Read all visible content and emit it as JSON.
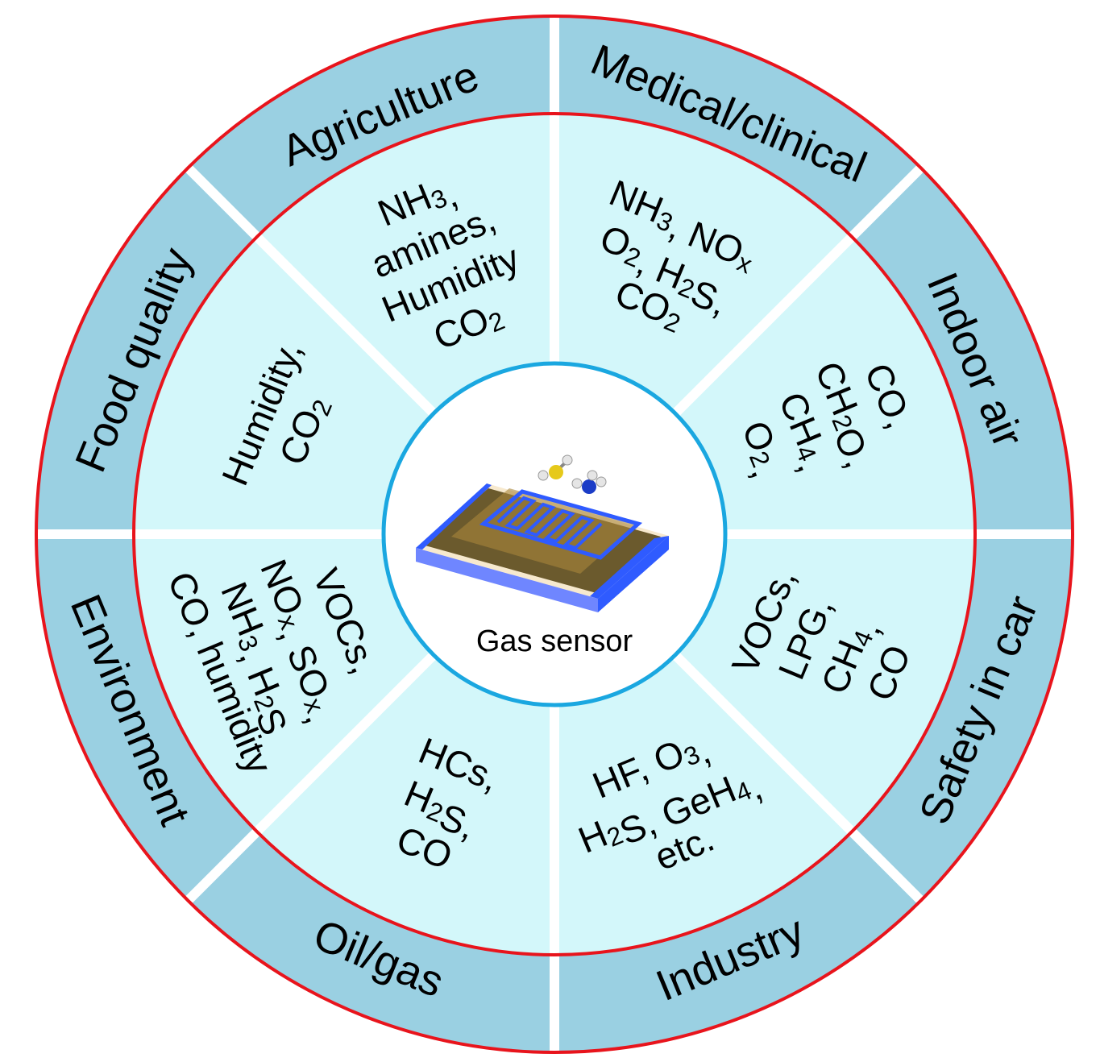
{
  "center": {
    "label": "Gas sensor"
  },
  "colors": {
    "outer_ring": "#9ad0e2",
    "inner_sector": "#d3f7fa",
    "ring_stroke": "#e8141c",
    "hub_stroke": "#1aa7e0",
    "divider": "#ffffff",
    "sensor_blue": "#2f5bff"
  },
  "sectors": [
    {
      "name": "Agriculture",
      "lines": [
        [
          {
            "t": "NH"
          },
          {
            "t": "3",
            "sub": true
          },
          {
            "t": ","
          }
        ],
        [
          {
            "t": "amines,"
          }
        ],
        [
          {
            "t": "Humidity"
          }
        ],
        [
          {
            "t": "CO"
          },
          {
            "t": "2",
            "sub": true
          }
        ]
      ]
    },
    {
      "name": "Medical/clinical",
      "lines": [
        [
          {
            "t": "NH"
          },
          {
            "t": "3",
            "sub": true
          },
          {
            "t": ", NO"
          },
          {
            "t": "x",
            "sub": true
          }
        ],
        [
          {
            "t": "O"
          },
          {
            "t": "2",
            "sub": true
          },
          {
            "t": ", H"
          },
          {
            "t": "2",
            "sub": true
          },
          {
            "t": "S,"
          }
        ],
        [
          {
            "t": "CO"
          },
          {
            "t": "2",
            "sub": true
          }
        ]
      ]
    },
    {
      "name": "Indoor air",
      "lines": [
        [
          {
            "t": "CO,"
          }
        ],
        [
          {
            "t": "CH"
          },
          {
            "t": "2",
            "sub": true
          },
          {
            "t": "O,"
          }
        ],
        [
          {
            "t": "CH"
          },
          {
            "t": "4",
            "sub": true
          },
          {
            "t": ","
          }
        ],
        [
          {
            "t": "O"
          },
          {
            "t": "2",
            "sub": true
          },
          {
            "t": ","
          }
        ]
      ]
    },
    {
      "name": "Safety in car",
      "lines": [
        [
          {
            "t": "VOCs,"
          }
        ],
        [
          {
            "t": "LPG,"
          }
        ],
        [
          {
            "t": "CH"
          },
          {
            "t": "4",
            "sub": true
          },
          {
            "t": ","
          }
        ],
        [
          {
            "t": "CO"
          }
        ]
      ]
    },
    {
      "name": "Industry",
      "lines": [
        [
          {
            "t": "HF, O"
          },
          {
            "t": "3",
            "sub": true
          },
          {
            "t": ","
          }
        ],
        [
          {
            "t": "H"
          },
          {
            "t": "2",
            "sub": true
          },
          {
            "t": "S, GeH"
          },
          {
            "t": "4",
            "sub": true
          },
          {
            "t": ","
          }
        ],
        [
          {
            "t": "etc."
          }
        ]
      ]
    },
    {
      "name": "Oil/gas",
      "lines": [
        [
          {
            "t": "HCs,"
          }
        ],
        [
          {
            "t": "H"
          },
          {
            "t": "2",
            "sub": true
          },
          {
            "t": "S,"
          }
        ],
        [
          {
            "t": "CO"
          }
        ]
      ]
    },
    {
      "name": "Environment",
      "lines": [
        [
          {
            "t": "VOCs,"
          }
        ],
        [
          {
            "t": "NO"
          },
          {
            "t": "x",
            "sub": true
          },
          {
            "t": ", SO"
          },
          {
            "t": "x",
            "sub": true
          },
          {
            "t": ","
          }
        ],
        [
          {
            "t": "NH"
          },
          {
            "t": "3",
            "sub": true
          },
          {
            "t": ", H"
          },
          {
            "t": "2",
            "sub": true
          },
          {
            "t": "S"
          }
        ],
        [
          {
            "t": "CO, humidity"
          }
        ]
      ]
    },
    {
      "name": "Food quality",
      "lines": [
        [
          {
            "t": "Humidity,"
          }
        ],
        [
          {
            "t": "CO"
          },
          {
            "t": "2",
            "sub": true
          }
        ]
      ]
    }
  ]
}
